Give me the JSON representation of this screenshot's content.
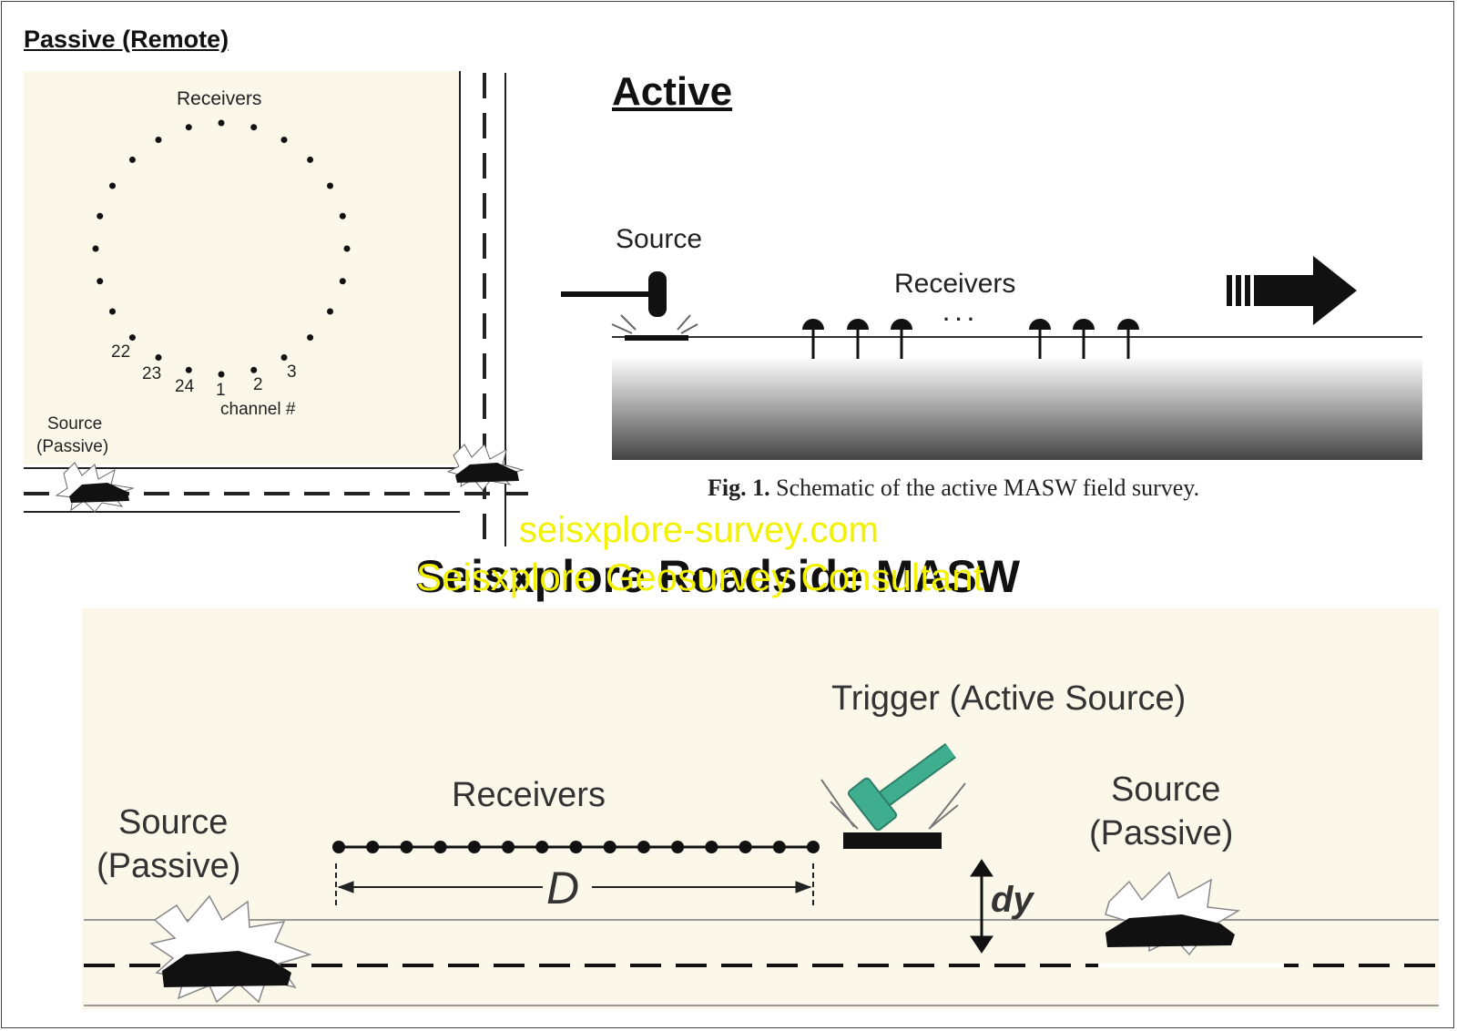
{
  "passive_panel": {
    "title": "Passive (Remote)",
    "receivers_label": "Receivers",
    "channel_numbers": [
      "22",
      "23",
      "24",
      "1",
      "2",
      "3"
    ],
    "channel_label": "channel #",
    "source_label_line1": "Source",
    "source_label_line2": "(Passive)"
  },
  "active_panel": {
    "title": "Active",
    "source_label": "Source",
    "receivers_label": "Receivers",
    "ellipsis": "· · ·",
    "caption_prefix": "Fig. 1.",
    "caption_text": "Schematic of the active MASW field survey."
  },
  "watermark": {
    "url": "seisxplore-survey.com",
    "company": "Seisxplore Geosurvey Consultant",
    "obscured_heading": "Seisxplore Roadside MASW"
  },
  "roadside_panel": {
    "trigger_label": "Trigger (Active Source)",
    "receivers_label": "Receivers",
    "spacing_label": "D",
    "offset_label": "dy",
    "left_source_line1": "Source",
    "left_source_line2": "(Passive)",
    "right_source_line1": "Source",
    "right_source_line2": "(Passive)"
  },
  "colors": {
    "panel_bg": "#fbf8ea",
    "hammer_green": "#3fae8f",
    "watermark_yellow": "#f2f200"
  }
}
